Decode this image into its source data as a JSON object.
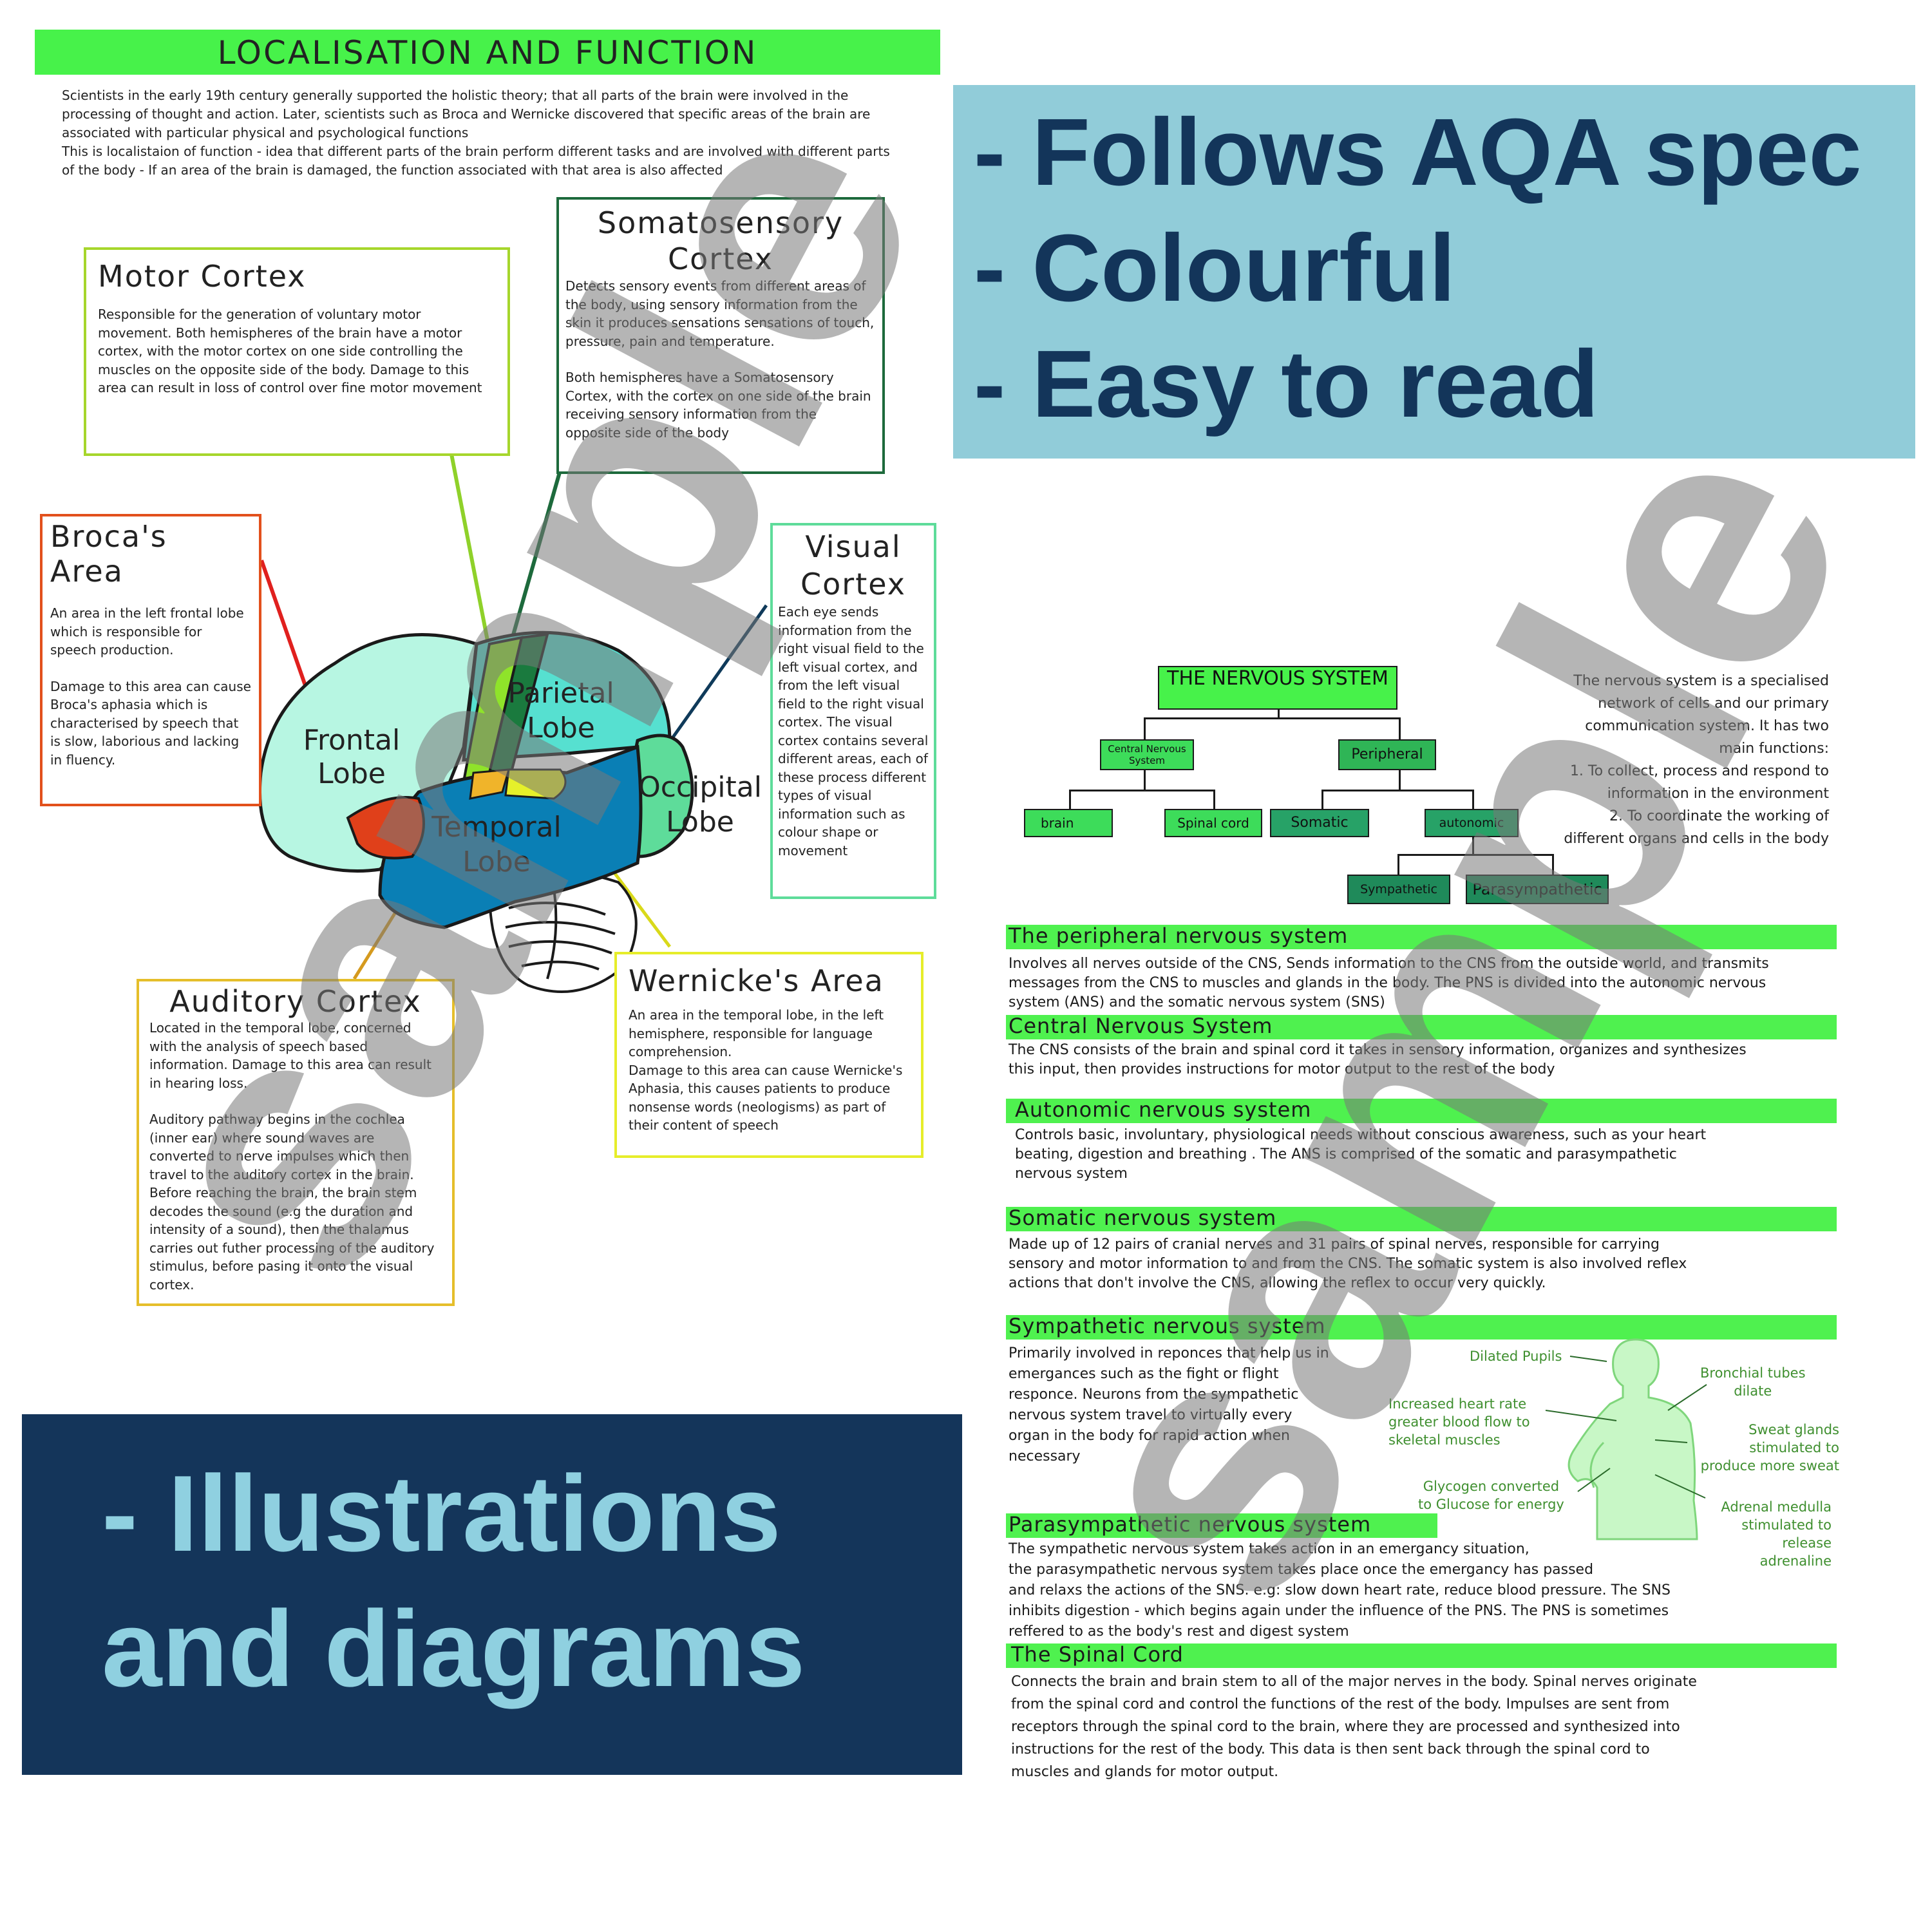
{
  "left_page": {
    "title": "LOCALISATION AND FUNCTION",
    "intro_1": "Scientists in the early 19th century generally supported the holistic theory; that all parts of the brain were involved in the processing of thought and action. Later, scientists such as Broca and Wernicke discovered that specific areas of the brain are associated with particular physical and psychological functions",
    "intro_2": "This is localistaion of function - idea that different parts of the brain perform different tasks and are involved with different parts of the body - If an area of the brain is damaged, the function associated with that area is also affected",
    "motor": {
      "title": "Motor Cortex",
      "text": "Responsible for the generation of voluntary motor movement. Both hemispheres of the brain have a motor cortex, with the motor cortex on one side controlling the muscles on the opposite side of the body. Damage to this area can result in loss of control over fine motor movement"
    },
    "somato": {
      "title_1": "Somatosensory",
      "title_2": "Cortex",
      "text_1": "Detects sensory events from different areas of the body, using sensory information from the skin it produces sensations sensations of touch, pressure, pain and temperature.",
      "text_2": "Both hemispheres have a Somatosensory Cortex, with the cortex on one side of the brain receiving sensory information from the opposite side of the body"
    },
    "broca": {
      "title": "Broca's Area",
      "text_1": "An area in the left frontal lobe which is responsible for speech production.",
      "text_2": "Damage to this area can cause Broca's aphasia which is characterised by speech that is slow, laborious and lacking in fluency."
    },
    "visual": {
      "title_1": "Visual",
      "title_2": "Cortex",
      "text": "Each eye sends information from the right visual field to the left visual cortex, and from the left visual field to the right visual cortex. The visual cortex contains several different areas, each of these process different types of visual information such as colour shape or movement"
    },
    "auditory": {
      "title": "Auditory Cortex",
      "text_1": "Located in the temporal lobe, concerned with the analysis of speech based information. Damage to this area can result in hearing loss.",
      "text_2": "Auditory pathway begins in the cochlea (inner ear) where sound waves are converted to nerve impulses which then travel to the auditory cortex in the brain. Before reaching the brain, the brain stem decodes the sound (e.g the duration and intensity of a sound), then the thalamus carries out futher processing of the auditory stimulus, before pasing it onto the visual cortex."
    },
    "wernicke": {
      "title": "Wernicke's Area",
      "text": "An area in the temporal lobe, in the left hemisphere, responsible for language comprehension.\nDamage to this area can cause Wernicke's Aphasia, this causes patients to produce nonsense words (neologisms) as part of their content of speech"
    },
    "lobes": {
      "frontal_1": "Frontal",
      "frontal_2": "Lobe",
      "parietal_1": "Parietal",
      "parietal_2": "Lobe",
      "occipital_1": "Occipital",
      "occipital_2": "Lobe",
      "temporal_1": "Temporal",
      "temporal_2": "Lobe"
    }
  },
  "promo": {
    "line1": "- Follows AQA spec",
    "line2": "- Colourful",
    "line3": "- Easy to read",
    "dark_line1": "- Illustrations",
    "dark_line2": "and diagrams"
  },
  "watermarks": {
    "left": "sample",
    "right": "sample"
  },
  "nervous": {
    "tree": {
      "root": "THE NERVOUS SYSTEM",
      "central": "Central Nervous System",
      "peripheral": "Peripheral",
      "brain": "brain",
      "spinal": "Spinal cord",
      "somatic": "Somatic",
      "autonomic": "autonomic",
      "sympathetic": "Sympathetic",
      "parasympathetic": "Parasympathetic"
    },
    "intro": "The nervous system is a specialised\nnetwork of cells and our primary\ncommunication system. It has two\nmain functions:\n1. To collect, process and respond to\ninformation in the environment\n2. To coordinate the working of\ndifferent organs and cells in the body",
    "sections": {
      "pns_title": "The peripheral nervous system",
      "pns_text": "Involves all nerves outside of the CNS, Sends information to the CNS from the outside world, and transmits\nmessages from the CNS to muscles and glands in the body. The PNS is divided into the autonomic nervous\nsystem (ANS) and the somatic nervous system (SNS)",
      "cns_title": "Central Nervous System",
      "cns_text": "The CNS consists of the brain and spinal cord  it takes in sensory information, organizes and synthesizes\nthis input, then provides instructions for motor output to the rest of the body",
      "ans_title": "Autonomic nervous system",
      "ans_text": "Controls basic, involuntary, physiological needs without conscious awareness, such as  your heart\nbeating, digestion and breathing . The ANS is comprised of the somatic and parasympathetic\nnervous system",
      "sns_title": "Somatic nervous system",
      "sns_text": "Made up of 12 pairs of cranial nerves and 31 pairs of spinal nerves,  responsible for carrying\nsensory and motor information to and from the CNS. The somatic system is also involved reflex\nactions that don't involve the CNS, allowing the reflex to occur very quickly.",
      "symp_title": "Sympathetic nervous system",
      "symp_text": "Primarily involved in reponces that help us in\nemergances such as the fight or flight\nresponce. Neurons from the sympathetic\nnervous system travel to virtually every\norgan in the body for rapid action when\nnecessary",
      "para_title": "Parasympathetic nervous system",
      "para_text": "The sympathetic nervous system takes action in an emergancy situation,\nthe parasympathetic nervous system takes place once the emergancy has passed\nand relaxs the actions of the SNS. e.g: slow down heart rate, reduce blood pressure. The SNS\ninhibits digestion - which begins again under the influence of the PNS. The PNS is sometimes\nreffered to as the body's rest and digest system",
      "spinal_title": "The Spinal Cord",
      "spinal_text": "Connects the brain and brain stem to all of the major nerves in the body. Spinal nerves originate\nfrom the spinal cord and control the functions of the rest of the body. Impulses are sent from\nreceptors through the spinal cord to the brain, where they are processed and synthesized into\ninstructions for the rest of the body. This data is then sent back through the spinal cord to\n muscles and glands for motor output."
    },
    "body_labels": {
      "pupils": "Dilated Pupils",
      "bronchial": "Bronchial tubes\ndilate",
      "heart": "Increased heart rate\ngreater blood flow to\nskeletal muscles",
      "sweat": "Sweat glands\nstimulated to\nproduce more sweat",
      "glycogen": "Glycogen converted\nto Glucose for energy",
      "adrenal": "Adrenal medulla\nstimulated to\nrelease\nadrenaline"
    }
  }
}
